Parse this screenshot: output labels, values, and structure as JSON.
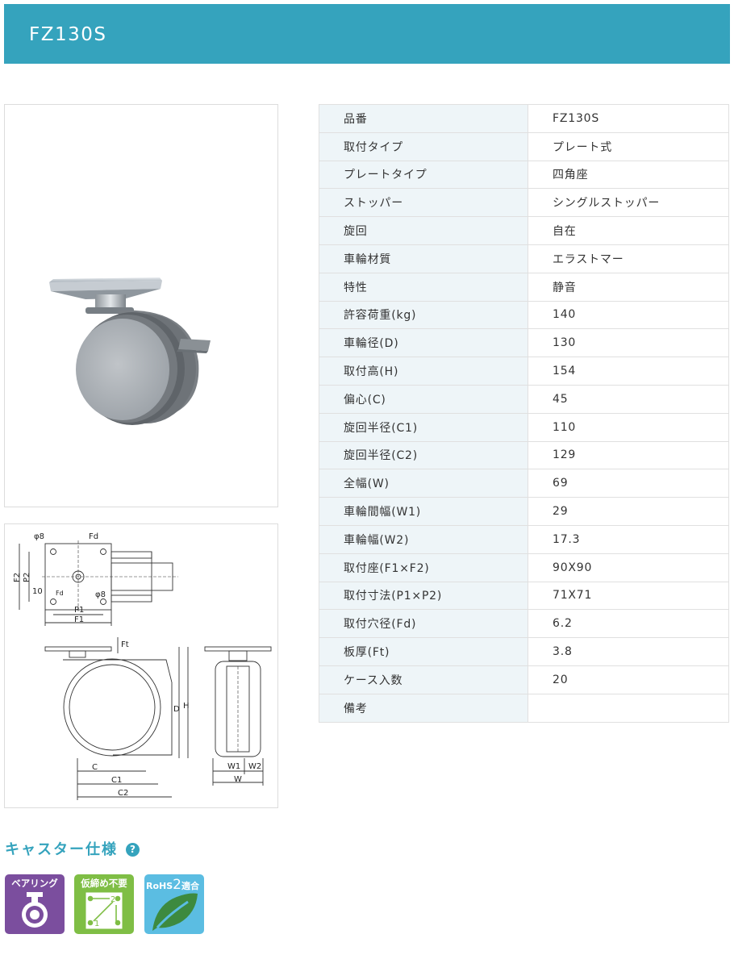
{
  "header": {
    "title": "FZ130S"
  },
  "drawing": {
    "labels": {
      "phi_top": "φ8",
      "fd": "Fd",
      "f2": "F2",
      "p2": "P2",
      "ten": "10",
      "fd_small": "Fd",
      "phi_bottom": "φ8",
      "p1": "P1",
      "f1": "F1",
      "ft": "Ft",
      "d": "D",
      "h": "H",
      "c": "C",
      "c1": "C1",
      "c2": "C2",
      "w1": "W1",
      "w2": "W2",
      "w": "W"
    }
  },
  "specs": [
    {
      "label": "品番",
      "value": "FZ130S"
    },
    {
      "label": "取付タイプ",
      "value": "プレート式"
    },
    {
      "label": "プレートタイプ",
      "value": "四角座"
    },
    {
      "label": "ストッパー",
      "value": "シングルストッパー"
    },
    {
      "label": "旋回",
      "value": "自在"
    },
    {
      "label": "車輪材質",
      "value": "エラストマー"
    },
    {
      "label": "特性",
      "value": "静音"
    },
    {
      "label": "許容荷重(kg)",
      "value": "140"
    },
    {
      "label": "車輪径(D)",
      "value": "130"
    },
    {
      "label": "取付高(H)",
      "value": "154"
    },
    {
      "label": "偏心(C)",
      "value": "45"
    },
    {
      "label": "旋回半径(C1)",
      "value": "110"
    },
    {
      "label": "旋回半径(C2)",
      "value": "129"
    },
    {
      "label": "全幅(W)",
      "value": "69"
    },
    {
      "label": "車輪間幅(W1)",
      "value": "29"
    },
    {
      "label": "車輪幅(W2)",
      "value": "17.3"
    },
    {
      "label": "取付座(F1×F2)",
      "value": "90X90"
    },
    {
      "label": "取付寸法(P1×P2)",
      "value": "71X71"
    },
    {
      "label": "取付穴径(Fd)",
      "value": "6.2"
    },
    {
      "label": "板厚(Ft)",
      "value": "3.8"
    },
    {
      "label": "ケース入数",
      "value": "20"
    },
    {
      "label": "備考",
      "value": ""
    }
  ],
  "section": {
    "title": "キャスター仕様",
    "help_icon": "help-icon"
  },
  "badges": [
    {
      "label": "ベアリング",
      "icon": "bearing-icon",
      "color": "#7b4e9e"
    },
    {
      "label": "仮締め不要",
      "icon": "mounting-order-icon",
      "color": "#7fbe45",
      "digit1": "1",
      "digit2": "2"
    },
    {
      "label": "RoHS2適合",
      "icon": "leaf-icon",
      "color": "#5bbde2",
      "prefix": "RoHS",
      "num": "2",
      "suffix": "適合"
    }
  ],
  "colors": {
    "accent": "#35a3bd",
    "key_bg": "#eef5f8",
    "border": "#e0e0e0"
  }
}
